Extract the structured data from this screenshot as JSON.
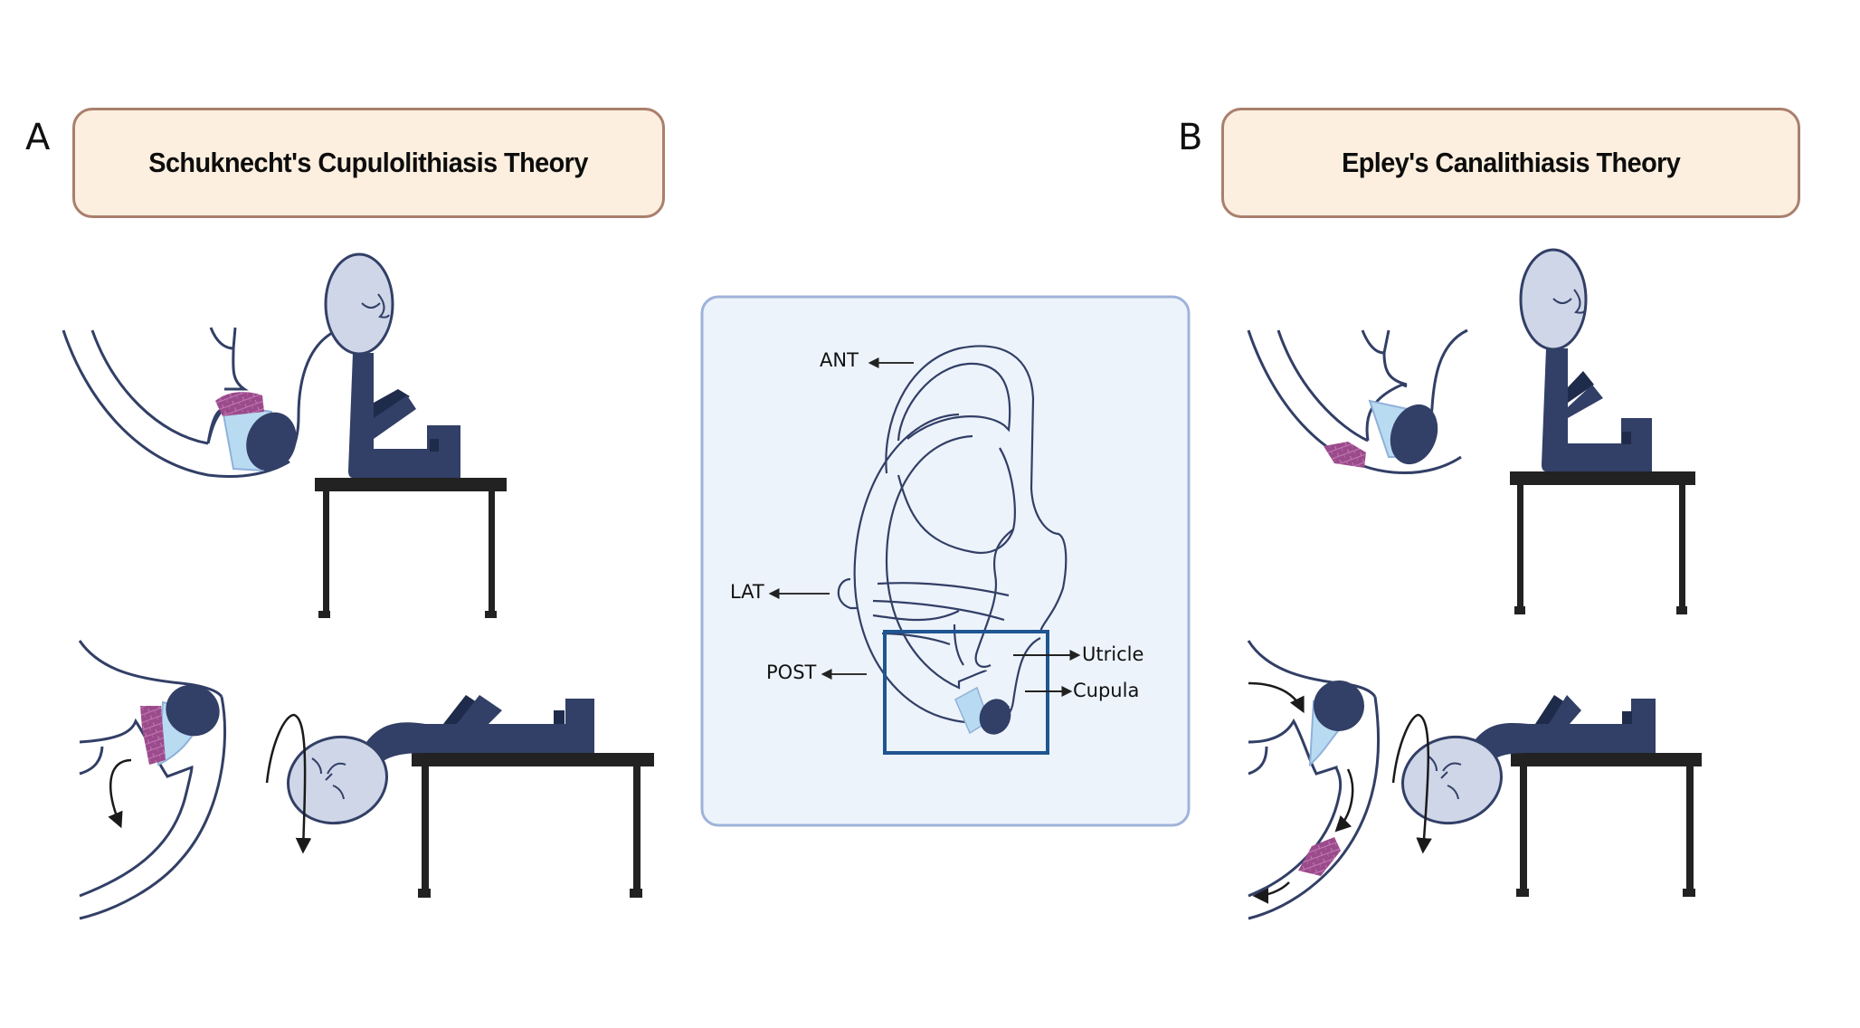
{
  "figure": {
    "panels": [
      {
        "letter": "A",
        "title": "Schuknecht's Cupulolithiasis Theory"
      },
      {
        "letter": "B",
        "title": "Epley's Canalithiasis Theory"
      }
    ],
    "center_diagram": {
      "labels": {
        "ant": "ANT",
        "lat": "LAT",
        "post": "POST",
        "utricle": "Utricle",
        "cupula": "Cupula"
      }
    },
    "colors": {
      "title_fill": "#fdefdf",
      "title_border": "#a97f6d",
      "panel_fill": "#edf3fb",
      "panel_border": "#9fb3d9",
      "navy": "#323f66",
      "head_fill": "#ced6e8",
      "cupula_fill": "#b9dbf2",
      "otoconia": "#9b4b8c",
      "table": "#222222",
      "highlight_box": "#1f5590"
    }
  }
}
